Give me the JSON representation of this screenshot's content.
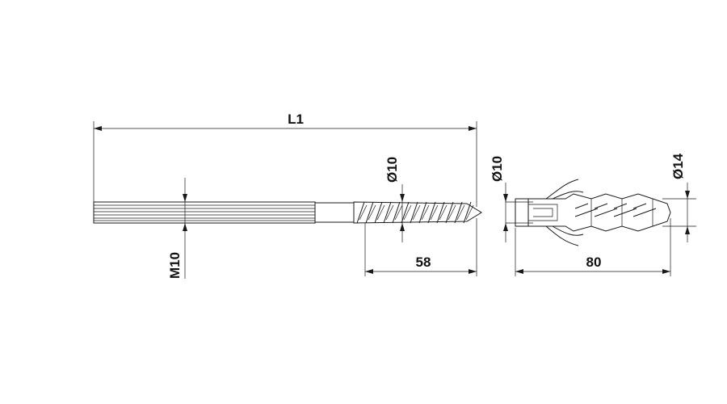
{
  "dimensions": {
    "overall_length": "L1",
    "bolt_thread": "M10",
    "screw_diameter": "Ø10",
    "screw_length": "58",
    "plug_inner_diameter": "Ø10",
    "plug_outer_diameter": "Ø14",
    "plug_length": "80"
  },
  "colors": {
    "line": "#1a1a1a",
    "background": "#ffffff"
  }
}
